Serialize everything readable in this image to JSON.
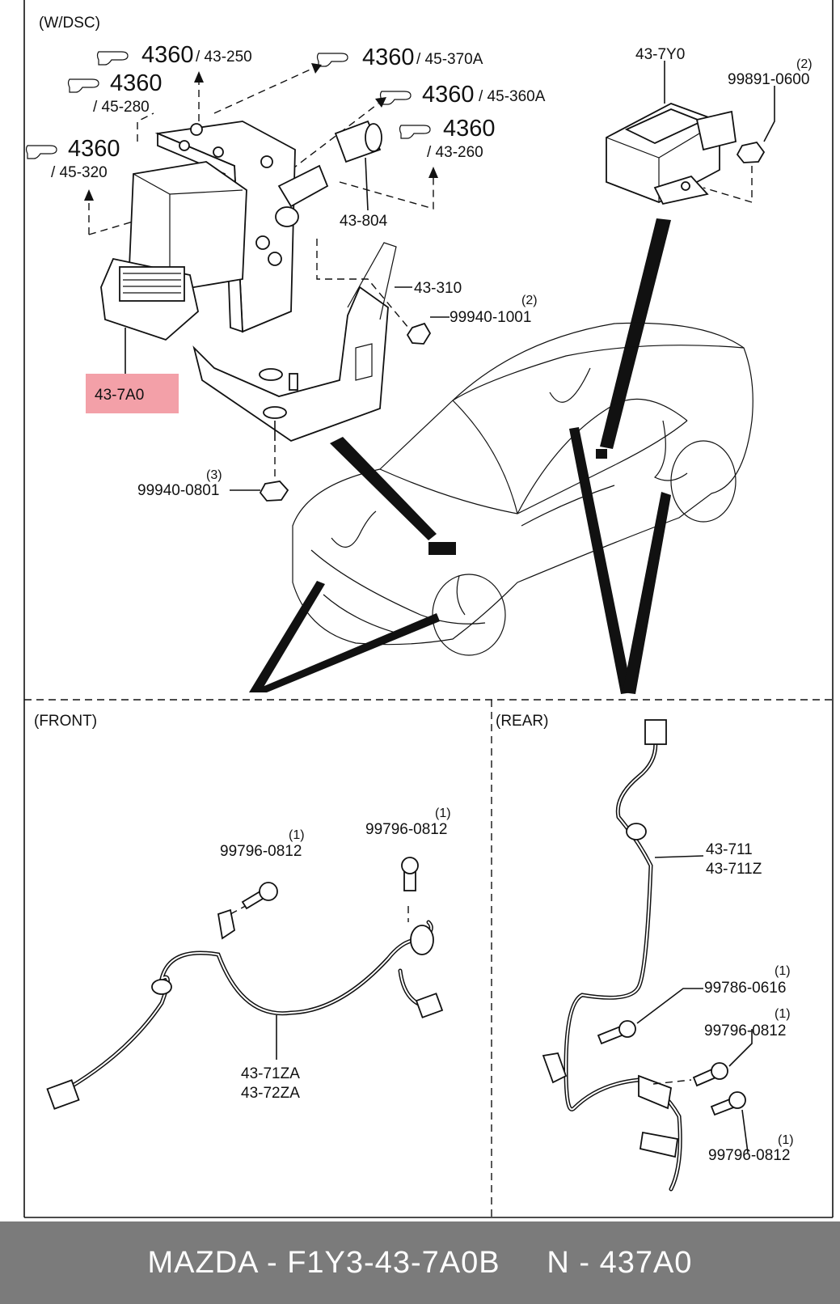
{
  "diagram": {
    "section_top": "(W/DSC)",
    "section_front": "(FRONT)",
    "section_rear": "(REAR)",
    "refs": [
      {
        "num": "4360",
        "code": "/ 43-250"
      },
      {
        "num": "4360",
        "code": "/ 45-370A"
      },
      {
        "num": "4360",
        "code": "/ 45-280"
      },
      {
        "num": "4360",
        "code": "/ 45-360A"
      },
      {
        "num": "4360",
        "code": "/ 43-260"
      },
      {
        "num": "4360",
        "code": "/ 45-320"
      }
    ],
    "parts": {
      "sensor_unit": "43-7Y0",
      "nut_top": "99891-0600",
      "nut_top_qty": "(2)",
      "hose": "43-804",
      "bracket": "43-310",
      "nut_bracket": "99940-1001",
      "nut_bracket_qty": "(2)",
      "hydraulic_unit": "43-7A0",
      "nut_bottom": "99940-0801",
      "nut_bottom_qty": "(3)",
      "front_bolt_a": "99796-0812",
      "front_bolt_a_qty": "(1)",
      "front_bolt_b": "99796-0812",
      "front_bolt_b_qty": "(1)",
      "front_sensor_a": "43-71ZA",
      "front_sensor_b": "43-72ZA",
      "rear_sensor_a": "43-711",
      "rear_sensor_b": "43-711Z",
      "rear_bolt_a": "99786-0616",
      "rear_bolt_a_qty": "(1)",
      "rear_bolt_b": "99796-0812",
      "rear_bolt_b_qty": "(1)",
      "rear_bolt_c": "99796-0812",
      "rear_bolt_c_qty": "(1)"
    },
    "highlight_color": "#f3a0a8"
  },
  "footer": {
    "caption": "MAZDA - F1Y3-43-7A0B     N - 437A0"
  }
}
